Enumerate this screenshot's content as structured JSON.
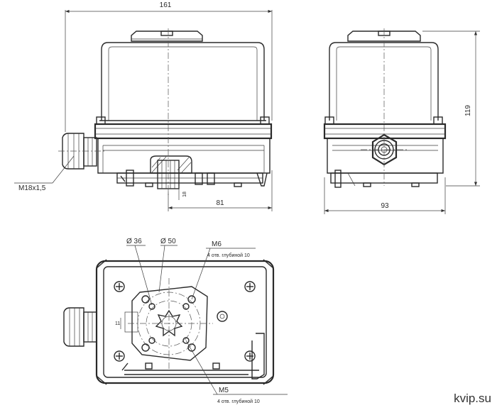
{
  "dimensions": {
    "width_top": "161",
    "width_right": "93",
    "height_right": "119",
    "shaft_offset": "81",
    "shaft_small": "18"
  },
  "labels": {
    "gland_thread": "M18x1,5",
    "dia_36": "Ø 36",
    "dia_50": "Ø 50",
    "m6": "M6",
    "m6_note": "4 отв. глубиной 10",
    "m5": "M5",
    "m5_note": "4 отв. глубиной 10",
    "small_11": "11"
  },
  "watermark": "kvip.su"
}
